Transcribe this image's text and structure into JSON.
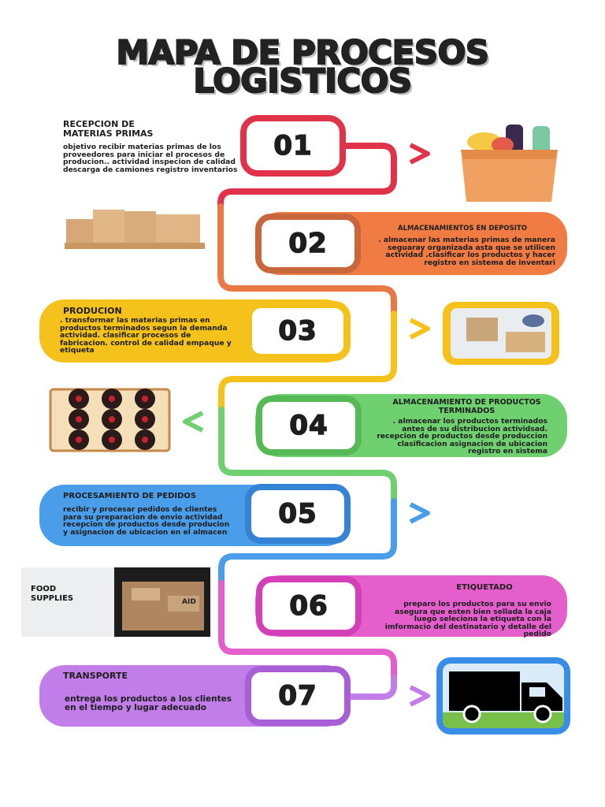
{
  "title": {
    "line1": "MAPA DE PROCESOS",
    "line2": "LOGISTICOS"
  },
  "colors": {
    "s1": "#e0334a",
    "s2": "#e97a45",
    "s3": "#f5c21b",
    "s4": "#6fd06f",
    "s5": "#4a9ee9",
    "s6": "#e45fcb",
    "s7": "#c17de8"
  },
  "steps": [
    {
      "number": "01",
      "title": "RECEPCION DE\nMATERIAS PRIMAS",
      "text": "objetivo recibir materias primas de los proveedores para iniciar el procesos de producion.. actividad inspecion de calidad descarga de camiones registro inventarios"
    },
    {
      "number": "02",
      "title": "ALMACENAMIENTOS EN DEPOSITO",
      "text": ". almacenar las materias primas de manera seguaray organizada asta  que se utilicen actividad .clasificar los productos  y hacer registro en sistema de inventari"
    },
    {
      "number": "03",
      "title": "PRODUCION",
      "text": ". transformar las materias primas en productos terminados segun la demanda actividad. clasificar procesos de fabricacion. control de calidad empaque y etiqueta"
    },
    {
      "number": "04",
      "title": "ALMACENAMIENTO DE PRODUCTOS TERMINADOS",
      "text": ". almacenar los productos terminados antes de su distribucion actividsad. recepcion de productos desde produccion clasificacion asignacion de ubicacion registro en sistema"
    },
    {
      "number": "05",
      "title": "PROCESAMIENTO DE PEDIDOS",
      "text": "recibir y procesar pedidos de clientes para su preparacion de envio actividad recepcion de productos desde producion y asignacion de ubicacion en el almacen"
    },
    {
      "number": "06",
      "title": "ETIQUETADO",
      "text": "preparo los productos para su envio asegura que esten bien sellada la caja luego seleciona la etiqueta  con la imformacio del destinatario y detalle del pedido"
    },
    {
      "number": "07",
      "title": "TRANSPORTE",
      "text": "entrega  los productos a los clientes en el tiempo y lugar adecuado"
    }
  ],
  "images": {
    "grocery": "grocery-bag",
    "pallet": "boxes-on-pallet",
    "packing": "packing-photo",
    "rack": "wine-rack",
    "truck_photo": {
      "side_text": "FOOD\nSUPPLIES",
      "label": "AID"
    },
    "truck": "truck-icon"
  }
}
